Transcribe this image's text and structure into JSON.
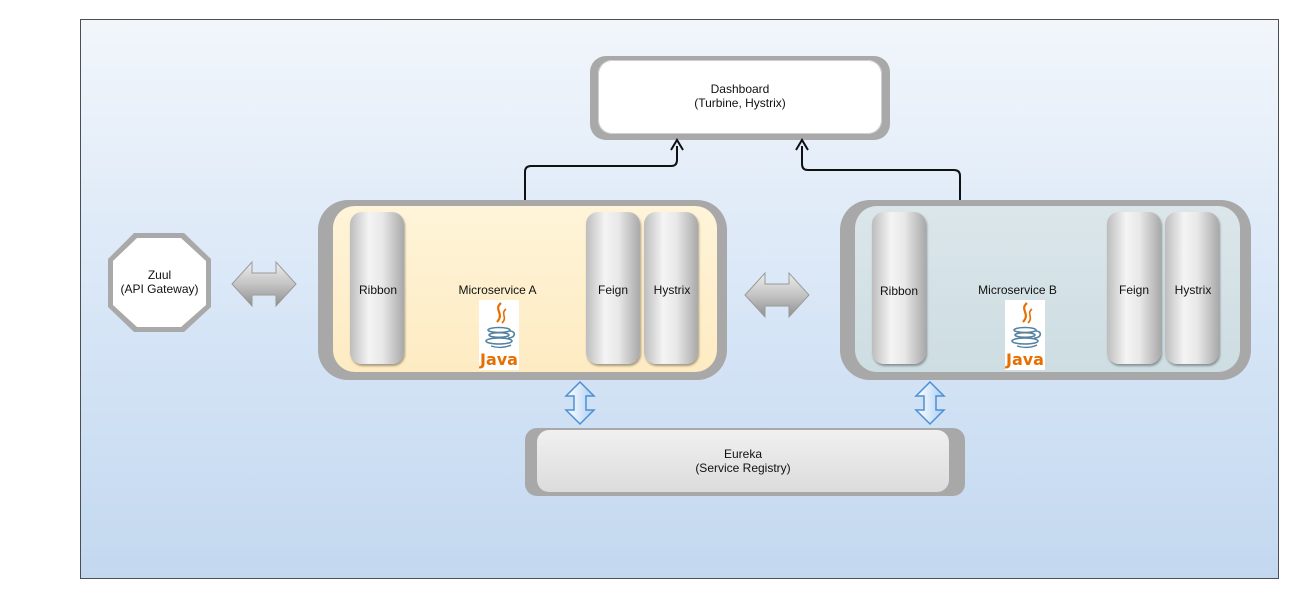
{
  "diagram": {
    "dashboard": {
      "title": "Dashboard",
      "subtitle": "(Turbine, Hystrix)"
    },
    "zuul": {
      "title": "Zuul",
      "subtitle": "(API Gateway)"
    },
    "microservice_a": {
      "title": "Microservice A",
      "components": [
        "Ribbon",
        "Feign",
        "Hystrix"
      ],
      "logo_text": "Java",
      "background_color": "#fdebc2"
    },
    "microservice_b": {
      "title": "Microservice B",
      "components": [
        "Ribbon",
        "Feign",
        "Hystrix"
      ],
      "logo_text": "Java",
      "background_color": "#cddde2"
    },
    "eureka": {
      "title": "Eureka",
      "subtitle": "(Service Registry)"
    }
  },
  "colors": {
    "canvas_top": "#f2f6fb",
    "canvas_bottom": "#c3d8ef",
    "container_gray": "#a8a8a8",
    "java_orange": "#e76f00",
    "java_blue": "#5382a1",
    "registry_arrow": "#4d8fd6"
  },
  "icons": {
    "java_logo": "java-cup-icon",
    "bidirectional_horizontal": "double-arrow-horizontal-icon",
    "bidirectional_vertical": "double-arrow-vertical-icon",
    "flow_arrow": "arrow-up-icon"
  }
}
